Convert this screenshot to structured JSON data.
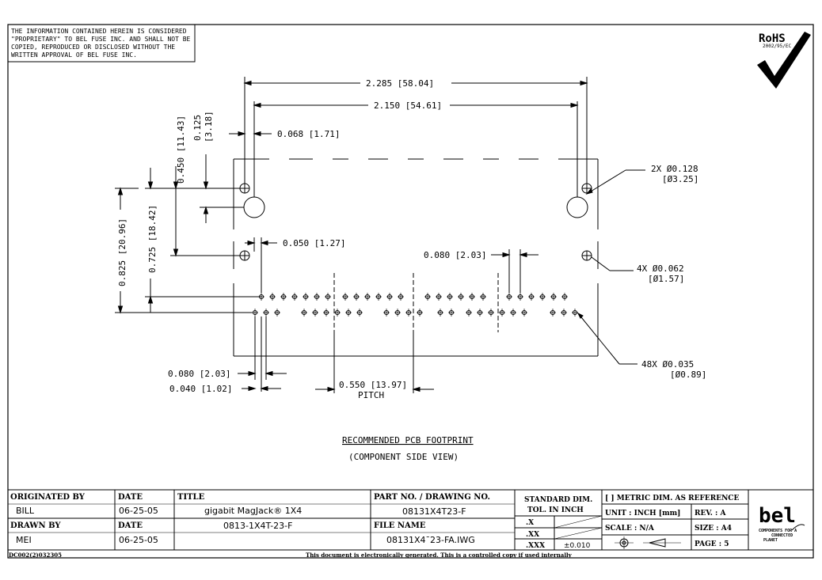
{
  "notice": [
    "THE INFORMATION CONTAINED HEREIN IS CONSIDERED",
    "\"PROPRIETARY\" TO BEL FUSE INC. AND SHALL NOT BE",
    "COPIED, REPRODUCED OR DISCLOSED WITHOUT THE",
    "WRITTEN APPROVAL OF BEL FUSE INC."
  ],
  "rohs": {
    "label": "RoHS",
    "directive": "2002/95/EC"
  },
  "dims": {
    "overall": "2.285 [58.04]",
    "holes_span": "2.150 [54.61]",
    "d_068": "0.068 [1.71]",
    "d_450": "0.450 [11.43]",
    "d_125a": "0.125",
    "d_125b": "[3.18]",
    "d_825": "0.825 [20.96]",
    "d_725": "0.725 [18.42]",
    "d_050": "0.050 [1.27]",
    "d_080_top": "0.080 [2.03]",
    "d_080_bottom": "0.080 [2.03]",
    "d_040": "0.040 [1.02]",
    "pitch_value": "0.550 [13.97]",
    "pitch_label": "PITCH"
  },
  "callouts": {
    "big_holes_a": "2X Ø0.128",
    "big_holes_b": "[Ø3.25]",
    "mid_holes_a": "4X Ø0.062",
    "mid_holes_b": "[Ø1.57]",
    "pins_a": "48X Ø0.035",
    "pins_b": "[Ø0.89]"
  },
  "view": {
    "title": "RECOMMENDED PCB FOOTPRINT",
    "subtitle": "(COMPONENT SIDE VIEW)"
  },
  "title_block": {
    "originated_by_label": "ORIGINATED BY",
    "originated_by": "BILL",
    "date_label_1": "DATE",
    "date_1": "06-25-05",
    "drawn_by_label": "DRAWN BY",
    "drawn_by": "MEI",
    "date_label_2": "DATE",
    "date_2": "06-25-05",
    "title_label": "TITLE",
    "title_line1": "gigabit MagJack® 1X4",
    "title_line2": "0813-1X4T-23-F",
    "part_no_label": "PART NO. / DRAWING NO.",
    "part_no": "08131X4T23-F",
    "file_name_label": "FILE NAME",
    "file_name": "08131X4¯23-FA.IWG",
    "std_dim_label_1": "STANDARD DIM.",
    "std_dim_label_2": "TOL. IN INCH",
    "tol_x": ".X",
    "tol_xx": ".XX",
    "tol_xxx": ".XXX",
    "tol_xxx_value": "±0.010",
    "metric_note": "[ ] METRIC DIM. AS REFERENCE",
    "unit": "UNIT : INCH [mm]",
    "rev": "REV. :  A",
    "scale": "SCALE :   N/A",
    "size": "SIZE :  A4",
    "page": "PAGE :  5",
    "logo": "bel",
    "tagline1": "COMPONENTS FOR A",
    "tagline2": "CONNECTED",
    "tagline3": "PLANET"
  },
  "footer": {
    "doc_code": "DC002(2)032305",
    "note": "This document is electronically generated. This is a controlled copy if used internally"
  }
}
